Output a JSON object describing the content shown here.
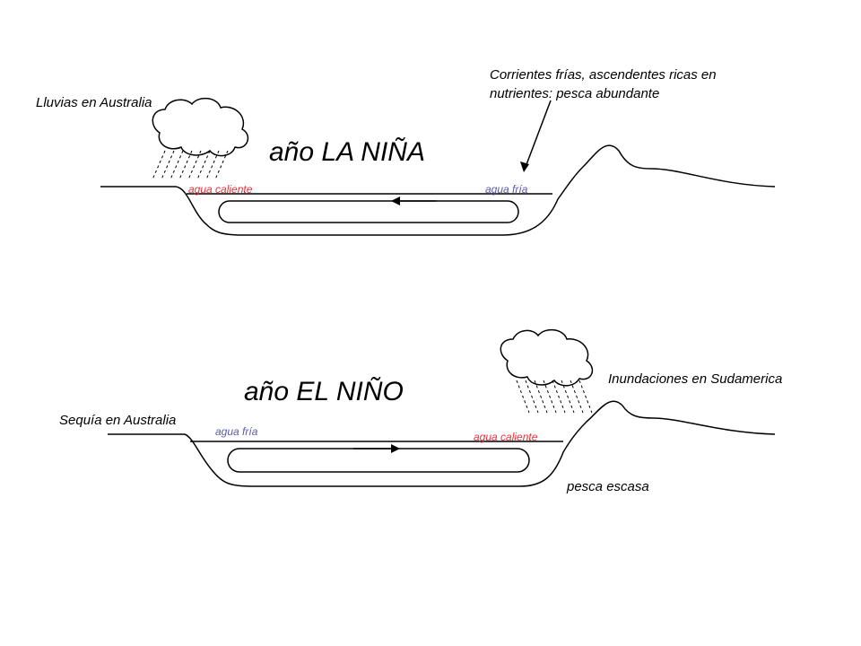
{
  "colors": {
    "warm_water": "#e8303a",
    "cold_water": "#5a5aa8",
    "ink": "#000000",
    "background": "#ffffff"
  },
  "la_nina": {
    "title": "año LA NIÑA",
    "rain_label": "Lluvias en Australia",
    "currents_note_line1": "Corrientes frías, ascendentes ricas en",
    "currents_note_line2": "nutrientes: pesca abundante",
    "warm_water_label": "agua caliente",
    "cold_water_label": "agua fría"
  },
  "el_nino": {
    "title": "año EL NIÑO",
    "drought_label": "Sequía en Australia",
    "flood_label": "Inundaciones en Sudamerica",
    "cold_water_label": "agua fría",
    "warm_water_label": "agua caliente",
    "fishing_note": "pesca escasa"
  }
}
